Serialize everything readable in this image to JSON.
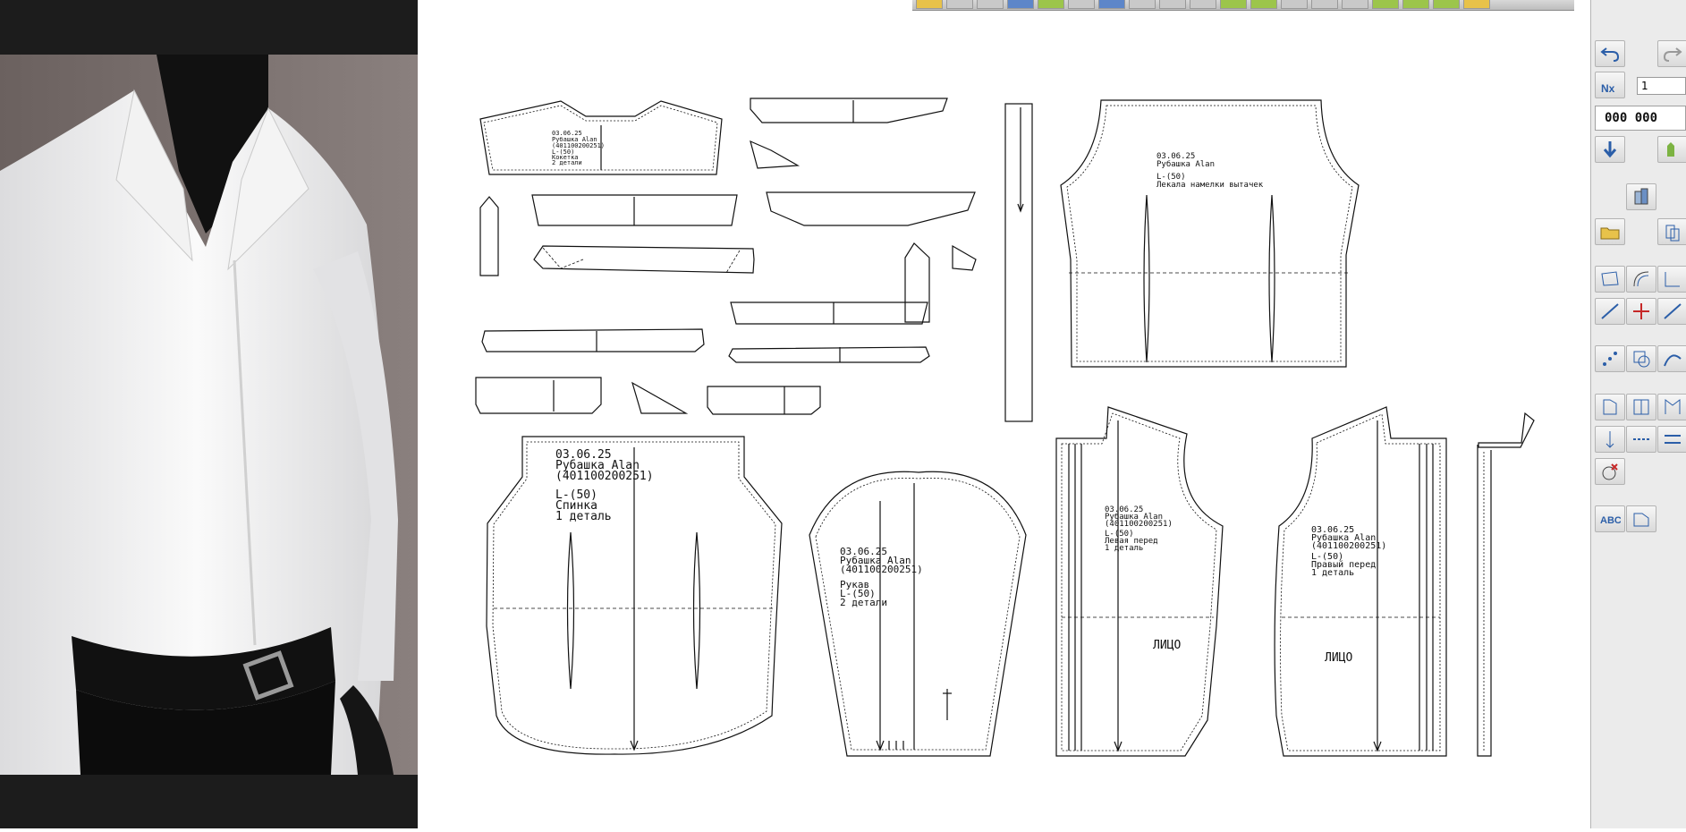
{
  "right_panel": {
    "page_field_value": "1",
    "counter_value": "000 000"
  },
  "pieces": {
    "back": {
      "line1": "03.06.25",
      "line2": "Рубашка Alan",
      "line3": "(401100200251)",
      "line4": "L-(50)",
      "line5": "Спинка",
      "line6": "1 деталь"
    },
    "sleeve": {
      "line1": "03.06.25",
      "line2": "Рубашка Alan",
      "line3": "(401100200251)",
      "line4": "Рукав",
      "line5": "L-(50)",
      "line6": "2 детали"
    },
    "left_front": {
      "line1": "03.06.25",
      "line2": "Рубашка Alan",
      "line3": "(401100200251)",
      "line4": "L-(50)",
      "line5": "Левая перед",
      "line6": "1 деталь",
      "face": "ЛИЦО"
    },
    "right_front": {
      "line1": "03.06.25",
      "line2": "Рубашка Alan",
      "line3": "(401100200251)",
      "line4": "L-(50)",
      "line5": "Правый перед",
      "line6": "1 деталь",
      "face": "ЛИЦО"
    },
    "template": {
      "line1": "03.06.25",
      "line2": "Рубашка Alan",
      "line3": "L-(50)",
      "line4": "Лекала намелки вытачек"
    },
    "yoke": {
      "line1": "03.06.25",
      "line2": "Рубашка Alan",
      "line3": "(401100200251)",
      "line4": "L-(50)",
      "line5": "Кокетка",
      "line6": "2 детали"
    }
  }
}
